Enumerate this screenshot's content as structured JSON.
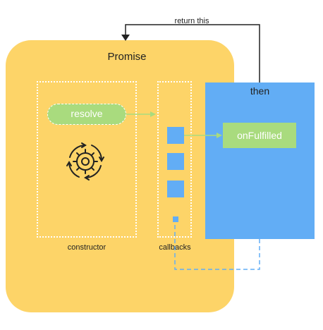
{
  "promise": {
    "title": "Promise"
  },
  "constructor": {
    "label": "constructor",
    "resolve_label": "resolve",
    "icon": "gear-cycle-icon"
  },
  "callbacks": {
    "label": "callbacks",
    "slots": 3
  },
  "then": {
    "title": "then",
    "on_fulfilled_label": "onFulfilled"
  },
  "return_arrow": {
    "label": "return this"
  },
  "colors": {
    "promise_bg": "#fdd468",
    "then_bg": "#62adf5",
    "pill_green": "#a9db7e",
    "arrow_green": "#a9db7e",
    "dashed_blue": "#62adf5",
    "line_dark": "#222222"
  }
}
